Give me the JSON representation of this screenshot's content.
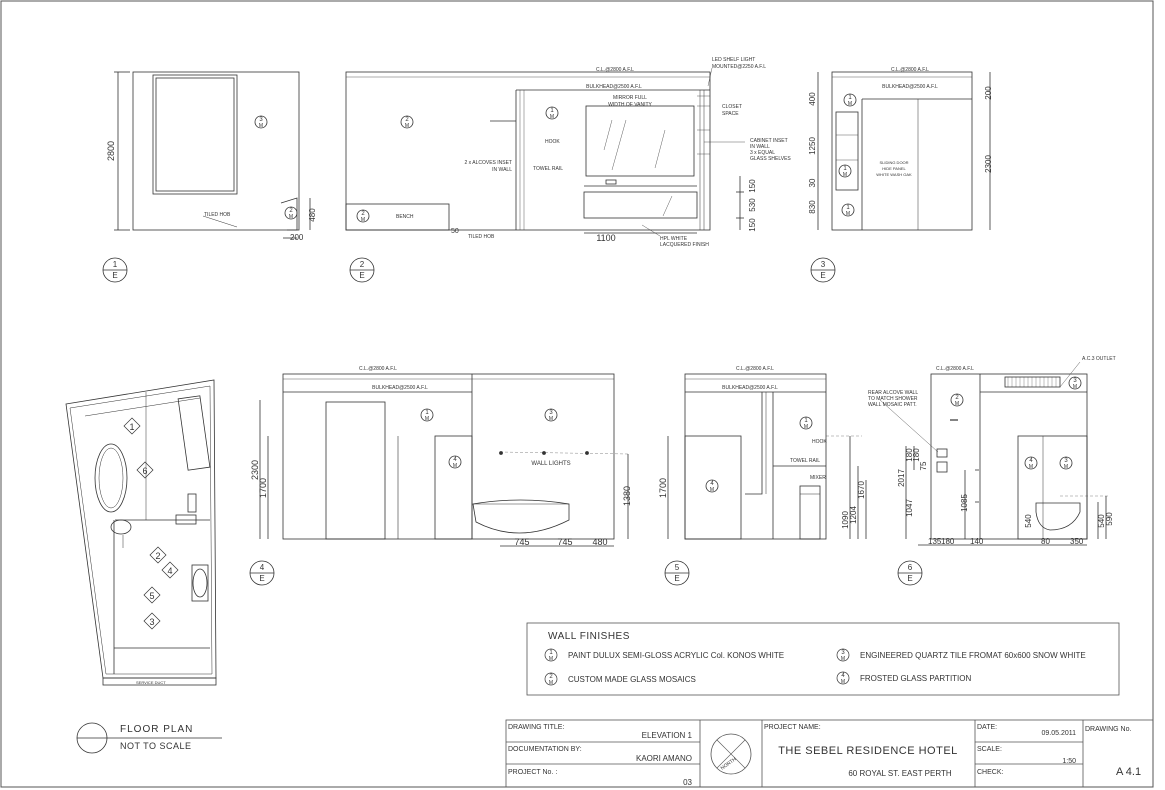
{
  "elevations": {
    "e1": {
      "tag_num": "1",
      "tag_letter": "E",
      "dim_height": "2800",
      "dim_480": "480",
      "dim_200": "200",
      "note_hob": "TILED HOB",
      "marker_top_num": "3",
      "marker_top_letter": "M",
      "marker_low_num": "2",
      "marker_low_letter": "M"
    },
    "e2": {
      "tag_num": "2",
      "tag_letter": "E",
      "cl": "C.L.@2800 A.F.L",
      "bulkhead": "BULKHEAD@2500 A.F.L",
      "led": [
        "LED SHELF LIGHT",
        "MOUNTED@2250 A.F.L"
      ],
      "mirror": [
        "MIRROR FULL",
        "WIDTH OF VANITY"
      ],
      "closet": [
        "CLOSET",
        "SPACE"
      ],
      "cabinet": [
        "CABINET INSET",
        "IN WALL",
        "3 x EQUAL",
        "GLASS SHELVES"
      ],
      "alcoves": [
        "2 x ALCOVES INSET",
        "IN WALL"
      ],
      "hook": "HOOK",
      "towel_rail": "TOWEL RAIL",
      "bench": "BENCH",
      "dim_50": "50",
      "tiled_hob": "TILED HOB",
      "dim_1100": "1100",
      "hpl": [
        "HPL WHITE",
        "LACQUERED FINISH"
      ],
      "dims_right": [
        "150",
        "530",
        "150"
      ],
      "m1_num": "1",
      "m2_num": "2",
      "m_letter": "M"
    },
    "e3": {
      "tag_num": "3",
      "tag_letter": "E",
      "cl": "C.L.@2800 A.F.L",
      "bulkhead": "BULKHEAD@2500 A.F.L",
      "sliding": [
        "SLIDING DOOR",
        "HIDE PANEL",
        "WHITE WASH OAK"
      ],
      "dims_left": [
        "400",
        "1250",
        "30",
        "830"
      ],
      "dims_right": [
        "200",
        "2300"
      ],
      "m_num": "1",
      "m_letter": "M"
    },
    "e4": {
      "tag_num": "4",
      "tag_letter": "E",
      "cl": "C.L.@2800 A.F.L",
      "bulkhead": "BULKHEAD@2500 A.F.L",
      "wall_lights": "WALL LIGHTS",
      "dims_left": [
        "2300",
        "1700"
      ],
      "dim_right": "1380",
      "dims_bottom": [
        "745",
        "745",
        "480"
      ],
      "m1": "1",
      "m3": "3",
      "m4": "4",
      "m_letter": "M"
    },
    "e5": {
      "tag_num": "5",
      "tag_letter": "E",
      "cl": "C.L.@2800 A.F.L",
      "bulkhead": "BULKHEAD@2500 A.F.L",
      "hook": "HOOK",
      "towel_rail": "TOWEL RAIL",
      "mixer": "MIXER",
      "dim_left": "1700",
      "dims_right": [
        "1090",
        "1204",
        "1670"
      ],
      "m1": "1",
      "m4": "4",
      "m_letter": "M"
    },
    "e6": {
      "tag_num": "6",
      "tag_letter": "E",
      "cl": "C.L.@2800 A.F.L",
      "ac": "A.C.3  OUTLET",
      "rear": [
        "REAR ALCOVE WALL",
        "TO MATCH SHOWER",
        "WALL MOSAIC PATT."
      ],
      "dims_left": [
        "2017",
        "180",
        "180",
        "75",
        "1047"
      ],
      "dim_1085": "1085",
      "dims_right": [
        "540",
        "540",
        "590"
      ],
      "dims_bottom": [
        "135",
        "180",
        "140",
        "80",
        "350"
      ],
      "m2": "2",
      "m3": "3",
      "m4": "4",
      "m_letter": "M"
    }
  },
  "floor_plan": {
    "title": "FLOOR PLAN",
    "subtitle": "NOT TO SCALE",
    "service_duct": "SERVICE DUCT",
    "markers": [
      "1",
      "6",
      "2",
      "4",
      "5",
      "3"
    ]
  },
  "legend": {
    "title": "WALL FINISHES",
    "items": [
      {
        "num": "1",
        "letter": "M",
        "text": "PAINT DULUX SEMI-GLOSS  ACRYLIC Col. KONOS WHITE"
      },
      {
        "num": "2",
        "letter": "M",
        "text": "CUSTOM MADE GLASS MOSAICS"
      },
      {
        "num": "3",
        "letter": "M",
        "text": "ENGINEERED QUARTZ TILE FROMAT 60x600 SNOW WHITE"
      },
      {
        "num": "4",
        "letter": "M",
        "text": "FROSTED GLASS PARTITION"
      }
    ]
  },
  "title_block": {
    "drawing_title_label": "DRAWING  TITLE:",
    "drawing_title": "ELEVATION 1",
    "documentation_label": "DOCUMENTATION BY:",
    "documentation": "KAORI AMANO",
    "project_no_label": "PROJECT No. :",
    "project_no": "03",
    "north": "NORTH",
    "project_name_label": "PROJECT NAME:",
    "project_name": "THE SEBEL RESIDENCE HOTEL",
    "address": "60 ROYAL ST. EAST PERTH",
    "date_label": "DATE:",
    "date": "09.05.2011",
    "scale_label": "SCALE:",
    "scale": "1:50",
    "check_label": "CHECK:",
    "drawing_no_label": "DRAWING No.",
    "drawing_no": "A 4.1"
  }
}
